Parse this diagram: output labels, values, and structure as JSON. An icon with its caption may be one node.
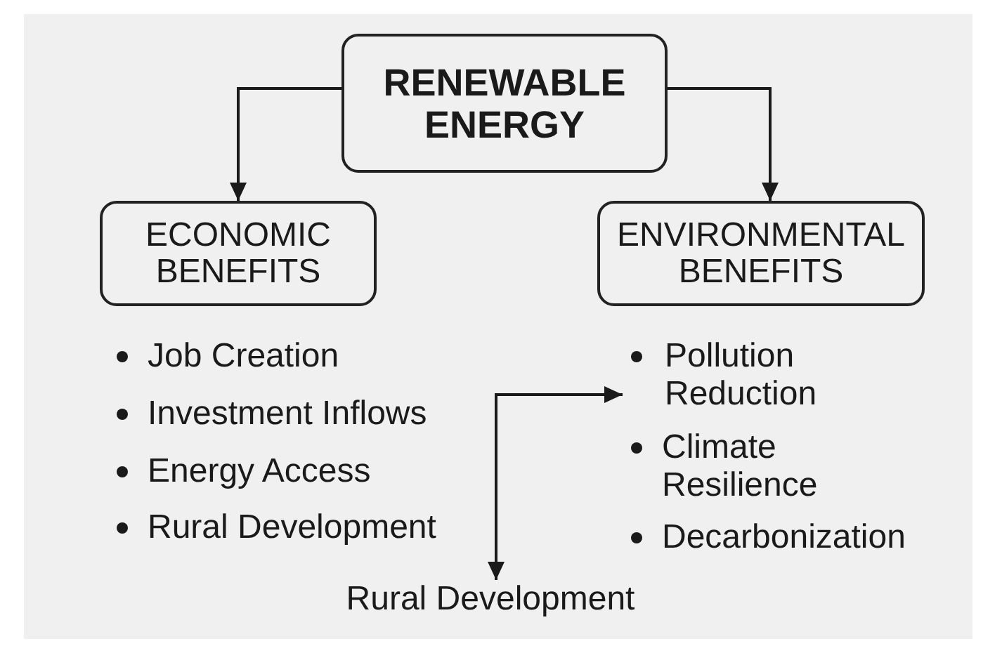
{
  "diagram": {
    "nodes": [
      {
        "text": [
          "RENEWABLE ENERGY"
        ]
      },
      {
        "text": [
          "ECONOMIC BENEFITS"
        ]
      },
      {
        "text": [
          "ENVIRONMENTAL BENEFITS"
        ]
      },
      {
        "text": [
          "Pollution Reduction"
        ]
      },
      {
        "text": [
          "Rural Development"
        ]
      }
    ],
    "edges": [
      {
        "from": 0,
        "to": 1,
        "arrow": "to"
      },
      {
        "from": 0,
        "to": 2,
        "arrow": "to"
      },
      {
        "from": 4,
        "to": 3,
        "arrow": "both"
      }
    ],
    "labels": [
      "Job Creation",
      "Investment Inflows",
      "Energy Access",
      "Rural Development",
      "Climate Resilience",
      "Decarbonization"
    ]
  }
}
